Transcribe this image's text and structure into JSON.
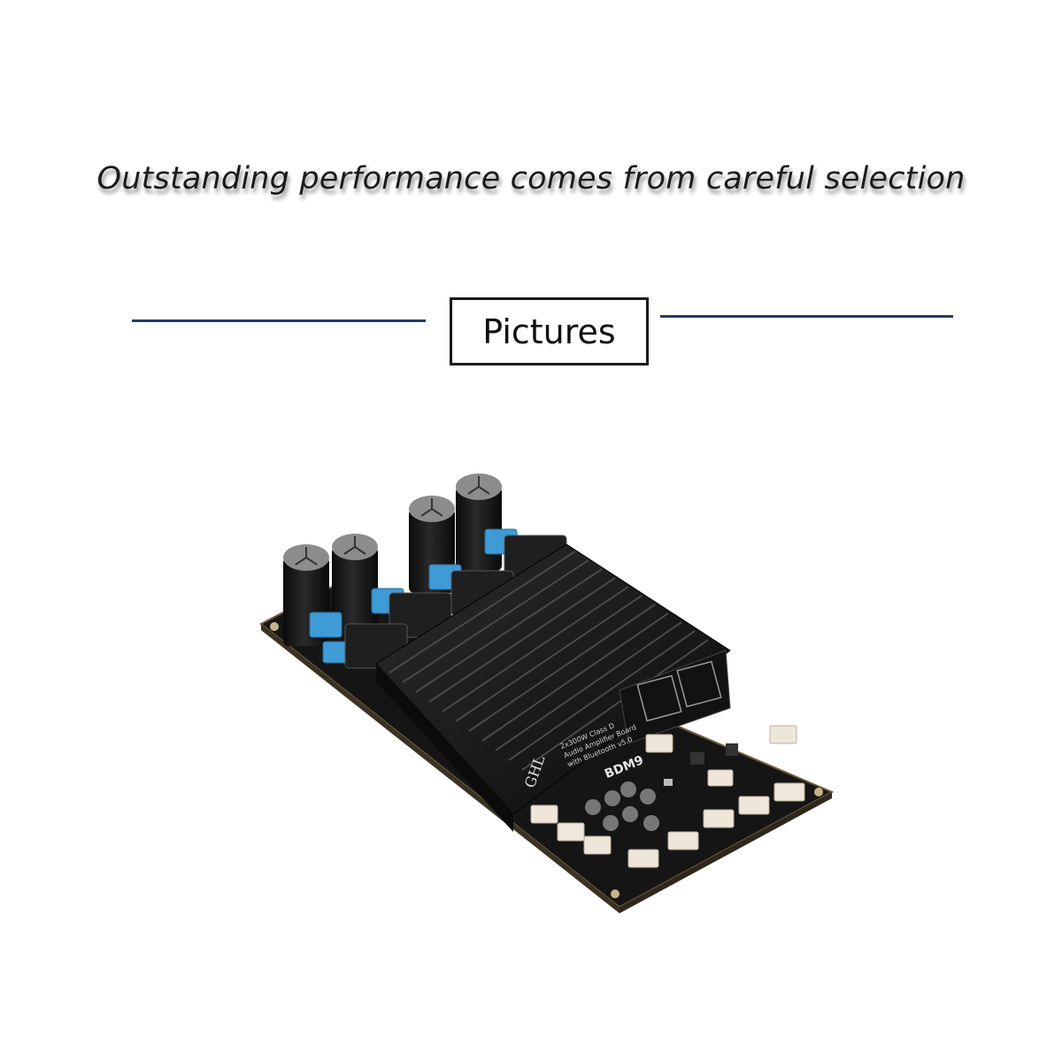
{
  "headline": "Outstanding performance comes from careful selection",
  "section": {
    "label": "Pictures"
  },
  "product": {
    "model": "BDM9",
    "description_lines": [
      "2x300W Class D",
      "Audio Amplifier Board",
      "with Bluetooth v5.0"
    ],
    "logo_text": "GHL",
    "colors": {
      "pcb": "#1a1a1a",
      "heatsink": "#161616",
      "capacitor_blue": "#3f9bd6",
      "connector": "#efe6da",
      "accent_line": "#1f3f66"
    }
  }
}
